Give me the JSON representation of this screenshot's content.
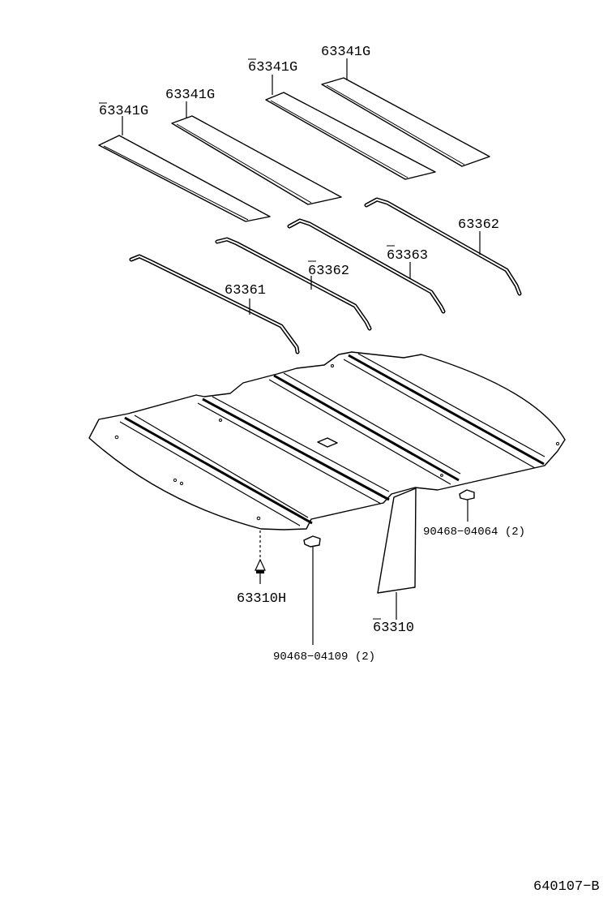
{
  "parts": {
    "pad_1": "63341G",
    "pad_2": "63341G",
    "pad_3": "63341G",
    "pad_4": "63341G",
    "reinf_1": "63361",
    "reinf_2": "63362",
    "reinf_3": "63363",
    "reinf_4": "63362",
    "headlining": "63310",
    "clip": "63310H",
    "clip_a": "90468−04064 (2)",
    "clip_b": "90468−04109 (2)"
  },
  "figure_id": "640107−B"
}
